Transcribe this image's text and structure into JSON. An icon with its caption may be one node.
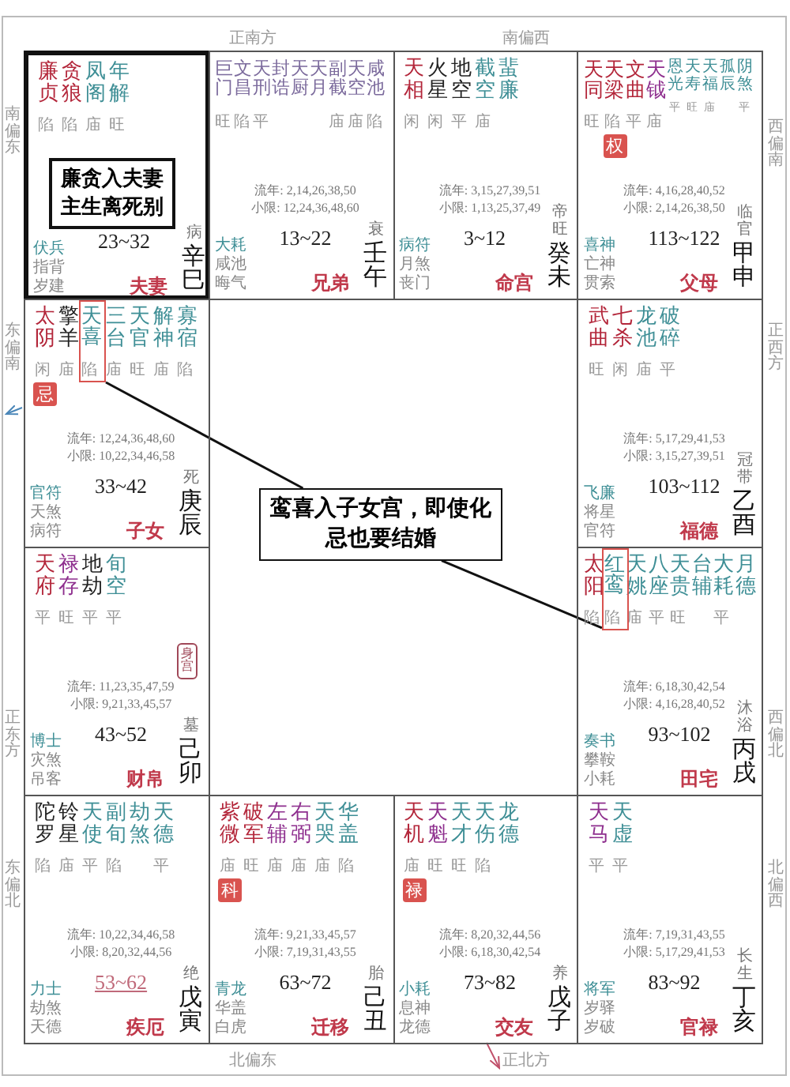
{
  "diagram": {
    "nodes": [
      {
        "text": [
          "廉贞",
          "贪狼",
          "凤阁",
          "年解",
          "陷",
          "陷",
          "庙",
          "旺",
          "23~32",
          "病",
          "伏兵",
          "指背",
          "岁建",
          "夫妻",
          "辛巳"
        ]
      },
      {
        "text": [
          "巨门",
          "文昌",
          "天刑",
          "封诰",
          "天厨",
          "天月",
          "副截",
          "天空",
          "咸池",
          "旺",
          "陷",
          "平",
          "庙",
          "庙",
          "陷",
          "流年: 2,14,26,38,50",
          "小限: 12,24,36,48,60",
          "13~22",
          "衰",
          "大耗",
          "咸池",
          "晦气",
          "兄弟",
          "壬午"
        ]
      },
      {
        "text": [
          "天相",
          "火星",
          "地空",
          "截空",
          "蜚廉",
          "闲",
          "闲",
          "平",
          "庙",
          "流年: 3,15,27,39,51",
          "小限: 1,13,25,37,49",
          "3~12",
          "帝旺",
          "病符",
          "月煞",
          "丧门",
          "命宫",
          "癸未"
        ]
      },
      {
        "text": [
          "天同",
          "天梁",
          "文曲",
          "天钺",
          "恩光",
          "天寿",
          "天福",
          "孤辰",
          "阴煞",
          "旺",
          "陷",
          "平",
          "庙",
          "平",
          "旺",
          "庙",
          "平",
          "权",
          "流年: 4,16,28,40,52",
          "小限: 2,14,26,38,50",
          "113~122",
          "临官",
          "喜神",
          "亡神",
          "贯索",
          "父母",
          "甲申"
        ]
      },
      {
        "text": [
          "太阴",
          "擎羊",
          "三台",
          "天官",
          "解神",
          "寡宿",
          "闲",
          "庙",
          "庙",
          "旺",
          "庙",
          "陷",
          "忌",
          "流年: 12,24,36,48,60",
          "小限: 10,22,34,46,58",
          "33~42",
          "死",
          "官符",
          "天煞",
          "病符",
          "子女",
          "庚辰"
        ]
      },
      {
        "text": [
          "武曲",
          "七杀",
          "龙池",
          "破碎",
          "旺",
          "闲",
          "庙",
          "平",
          "流年: 5,17,29,41,53",
          "小限: 3,15,27,39,51",
          "103~112",
          "冠带",
          "飞廉",
          "将星",
          "官符",
          "福德",
          "乙酉"
        ]
      },
      {
        "text": [
          "天府",
          "禄存",
          "地劫",
          "旬空",
          "平",
          "旺",
          "平",
          "平",
          "身宫",
          "流年: 11,23,35,47,59",
          "小限: 9,21,33,45,57",
          "43~52",
          "墓",
          "博士",
          "灾煞",
          "吊客",
          "财帛",
          "己卯"
        ]
      },
      {
        "text": [
          "太阳",
          "天姚",
          "八座",
          "天贵",
          "台辅",
          "大耗",
          "月德",
          "陷",
          "庙",
          "平",
          "旺",
          "平",
          "流年: 6,18,30,42,54",
          "小限: 4,16,28,40,52",
          "93~102",
          "沐浴",
          "奏书",
          "攀鞍",
          "小耗",
          "田宅",
          "丙戌"
        ]
      },
      {
        "text": [
          "陀罗",
          "铃星",
          "天使",
          "副旬",
          "劫煞",
          "天德",
          "陷",
          "庙",
          "平",
          "陷",
          "平",
          "流年: 10,22,34,46,58",
          "小限: 8,20,32,44,56",
          "53~62",
          "绝",
          "力士",
          "劫煞",
          "天德",
          "疾厄",
          "戊寅"
        ]
      },
      {
        "text": [
          "紫微",
          "破军",
          "左辅",
          "右弼",
          "天哭",
          "华盖",
          "庙",
          "旺",
          "庙",
          "庙",
          "庙",
          "陷",
          "科",
          "流年: 9,21,33,45,57",
          "小限: 7,19,31,43,55",
          "63~72",
          "胎",
          "青龙",
          "华盖",
          "白虎",
          "迁移",
          "己丑"
        ]
      },
      {
        "text": [
          "天机",
          "天魁",
          "天才",
          "天伤",
          "龙德",
          "庙",
          "旺",
          "旺",
          "陷",
          "禄",
          "流年: 8,20,32,44,56",
          "小限: 6,18,30,42,54",
          "73~82",
          "养",
          "小耗",
          "息神",
          "龙德",
          "交友",
          "戊子"
        ]
      },
      {
        "text": [
          "天马",
          "天虚",
          "平",
          "平",
          "流年: 7,19,31,43,55",
          "小限: 5,17,29,41,53",
          "83~92",
          "长生",
          "将军",
          "岁驿",
          "岁破",
          "官禄",
          "丁亥"
        ]
      },
      {
        "text": [
          "廉贪入夫妻主生离死别"
        ],
        "in": 0
      },
      {
        "text": [
          "鸾喜入子女宫，即使化忌也要结婚"
        ]
      },
      {
        "text": [
          "天喜",
          "陷"
        ],
        "in": 4
      },
      {
        "text": [
          "红鸾",
          "陷"
        ],
        "in": 7
      }
    ],
    "edges": [
      {
        "from": 13,
        "to": 14,
        "arrow": "none"
      },
      {
        "from": 13,
        "to": 15,
        "arrow": "none"
      }
    ],
    "labels": [
      "正南方",
      "南偏西",
      "南偏东",
      "西偏南",
      "东偏南",
      "正西方",
      "正东方",
      "西偏北",
      "东偏北",
      "北偏西",
      "北偏东",
      "正北方"
    ]
  }
}
